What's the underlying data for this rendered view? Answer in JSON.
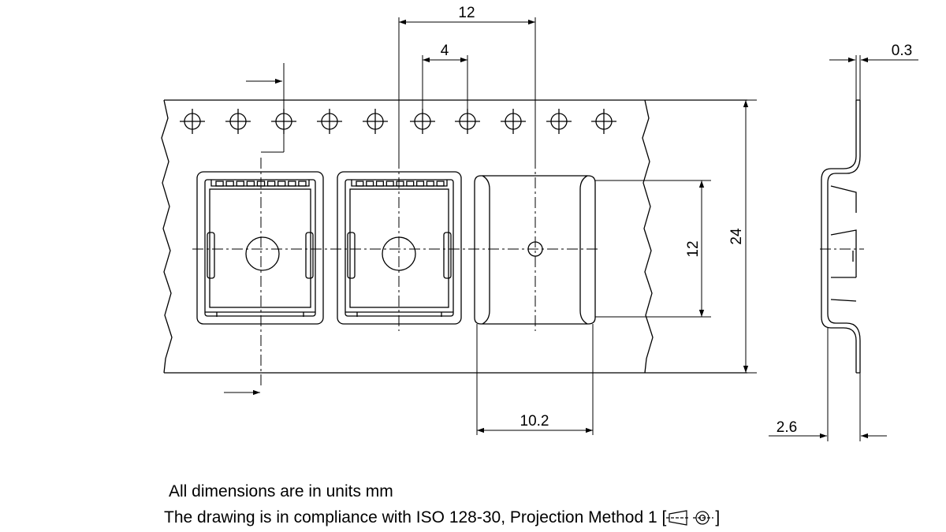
{
  "dimensions": {
    "pocket_pitch": "12",
    "hole_pitch": "4",
    "thickness": "0.3",
    "pocket_width": "12",
    "tape_width": "24",
    "pocket_length": "10.2",
    "pocket_depth": "2.6"
  },
  "notes": {
    "units": "All dimensions are in units mm",
    "compliance": "The drawing is in compliance with ISO 128-30, Projection Method 1 [",
    "compliance_end": "]"
  }
}
